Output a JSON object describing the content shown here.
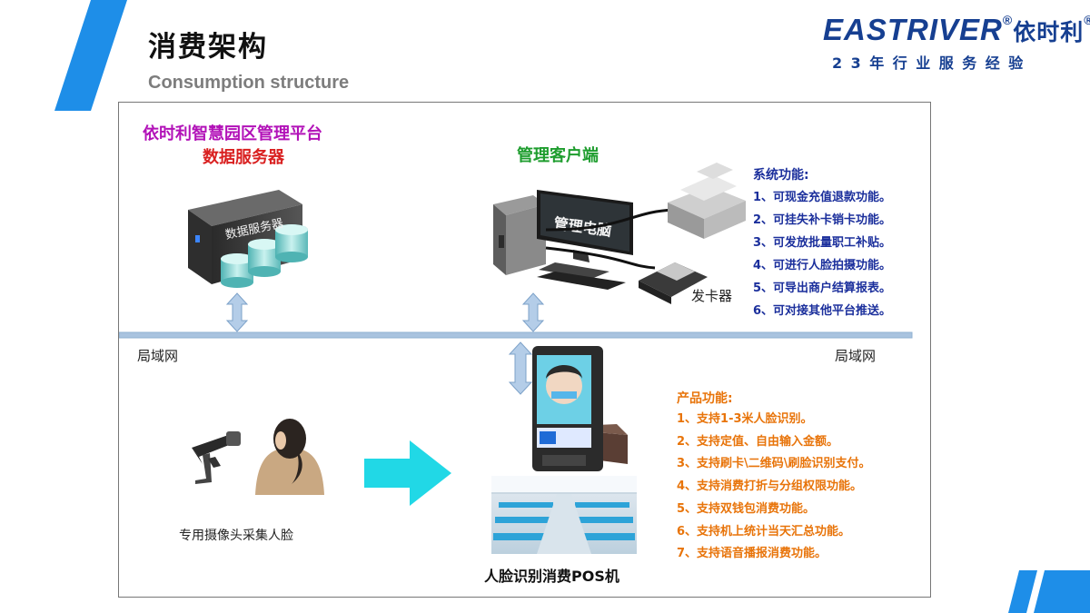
{
  "slide": {
    "title": "消费架构",
    "subtitle": "Consumption structure"
  },
  "logo": {
    "brand": "EASTRIVER",
    "reg_mark": "®",
    "brand_cn": "依时利",
    "tagline": "23年行业服务经验"
  },
  "diagram": {
    "server_title": "依时利智慧园区管理平台",
    "server_subtitle": "数据服务器",
    "server_label": "数据服务器",
    "client_title": "管理客户端",
    "monitor_label": "管理电脑",
    "lan_left": "局域网",
    "lan_right": "局域网",
    "card_issuer": "发卡器",
    "camera_caption": "专用摄像头采集人脸",
    "pos_caption": "人脸识别消费POS机",
    "system_functions": {
      "title": "系统功能:",
      "items": [
        "1、可现金充值退款功能。",
        "2、可挂失补卡销卡功能。",
        "3、可发放批量职工补贴。",
        "4、可进行人脸拍摄功能。",
        "5、可导出商户结算报表。",
        "6、可对接其他平台推送。"
      ]
    },
    "product_functions": {
      "title": "产品功能:",
      "items": [
        "1、支持1-3米人脸识别。",
        "2、支持定值、自由输入金额。",
        "3、支持刷卡\\二维码\\刷脸识别支付。",
        "4、支持消费打折与分组权限功能。",
        "5、支持双钱包消费功能。",
        "6、支持机上统计当天汇总功能。",
        "7、支持语音播报消费功能。"
      ]
    }
  },
  "colors": {
    "accent_blue": "#1e8ee8",
    "server_title": "#b212b8",
    "server_subtitle": "#d92020",
    "client_title": "#1e9d2e",
    "system_functions": "#1b2f9c",
    "product_functions": "#e8740a",
    "lan_line": "#a9c3df",
    "arrow": "#21d8e6"
  }
}
